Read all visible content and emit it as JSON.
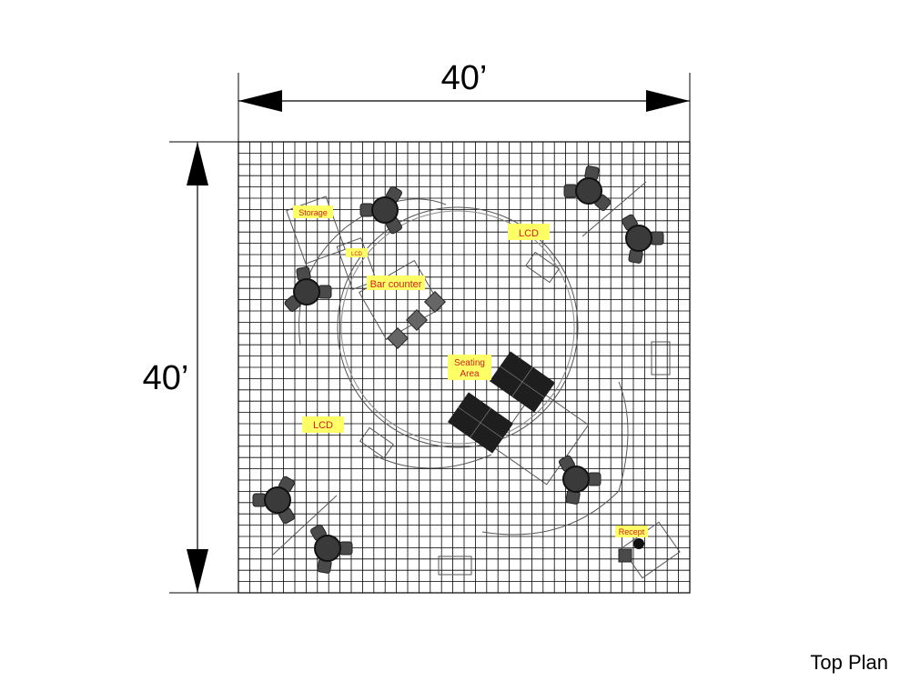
{
  "dimensions": {
    "width_label": "40’",
    "depth_label": "40’"
  },
  "labels": {
    "storage": "Storage",
    "lcd_small": "LCD",
    "lcd_top": "LCD",
    "bar_counter": "Bar counter",
    "seating_line1": "Seating",
    "seating_line2": "Area",
    "lcd_left": "LCD",
    "reception": "Recept"
  },
  "plan_title": "Top Plan",
  "colors": {
    "grid": "#000000",
    "highlight": "#ffff66",
    "label_text": "#d42020",
    "furniture": "#3a3a3a"
  }
}
